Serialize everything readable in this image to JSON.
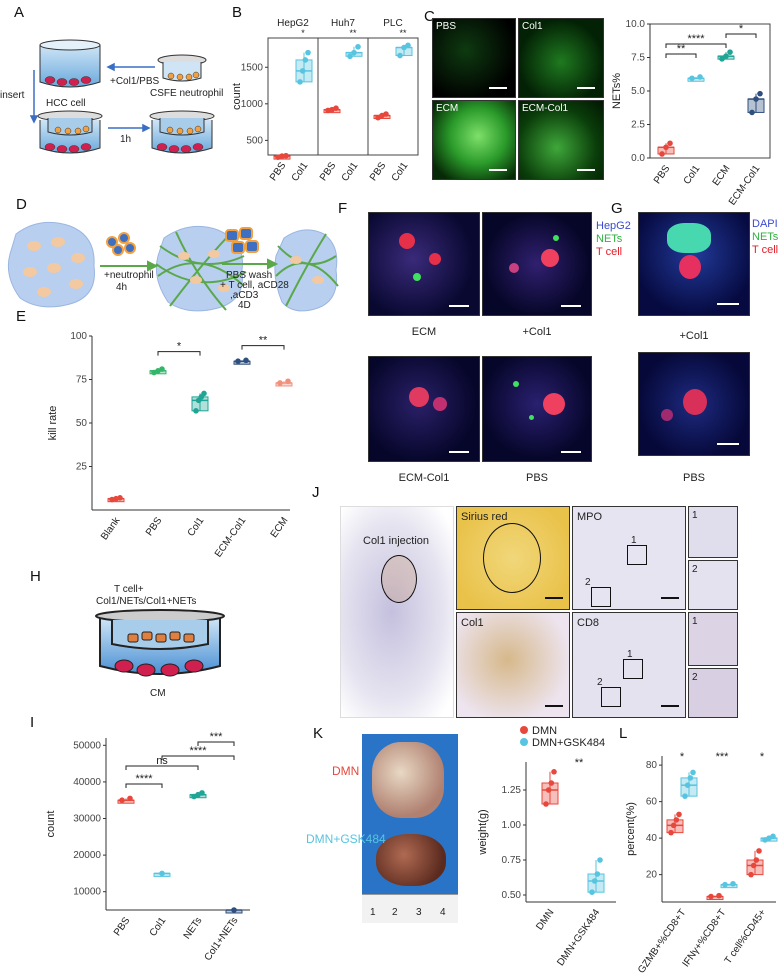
{
  "panel_letters": {
    "A": "A",
    "B": "B",
    "C": "C",
    "D": "D",
    "E": "E",
    "F": "F",
    "G": "G",
    "H": "H",
    "I": "I",
    "J": "J",
    "K": "K",
    "L": "L"
  },
  "panelA": {
    "insert": "insert",
    "hcc": "HCC cell",
    "col1pbs": "+Col1/PBS",
    "csfe": "CSFE neutrophil",
    "time": "1h"
  },
  "panelC_images": {
    "pbs": "PBS",
    "col1": "Col1",
    "ecm": "ECM",
    "ecm_col1": "ECM-Col1"
  },
  "panelD": {
    "neutro": "+neutrophil",
    "t1": "4h",
    "wash": "PBS wash",
    "line2": "+ T cell, aCD28",
    "line3": ",aCD3",
    "line4": "4D"
  },
  "panelF": {
    "legend_hepg2": "HepG2",
    "legend_nets": "NETs",
    "legend_tcell": "T cell",
    "ecm": "ECM",
    "col1": "+Col1",
    "ecm_col1": "ECM-Col1",
    "pbs": "PBS"
  },
  "panelG": {
    "legend_dapi": "DAPI",
    "legend_nets": "NETs",
    "legend_tcell": "T cell",
    "col1": "+Col1",
    "pbs": "PBS"
  },
  "panelH": {
    "line1": "T cell+",
    "line2": "Col1/NETs/Col1+NETs",
    "cm": "CM"
  },
  "panelJ": {
    "col1_injection": "Col1 injection",
    "sirius": "Sirius red",
    "mpo": "MPO",
    "col1": "Col1",
    "cd8": "CD8",
    "n1": "1",
    "n2": "2"
  },
  "panelK": {
    "dmn": "DMN",
    "dmn_gsk": "DMN+GSK484",
    "ruler": [
      "1",
      "2",
      "3",
      "4"
    ]
  },
  "colors": {
    "red": "#e8473c",
    "cyan": "#57c4e0",
    "teal": "#1fa595",
    "navy": "#2f4f7f",
    "salmon": "#f2907c",
    "green": "#34b66a"
  },
  "chart_data": [
    {
      "id": "B",
      "type": "scatter",
      "ylabel": "count",
      "yticks": [
        "500",
        "1000",
        "1500"
      ],
      "ylim": [
        300,
        1900
      ],
      "facets": [
        {
          "name": "HepG2",
          "sig": "*",
          "categories": [
            "PBS",
            "Col1"
          ],
          "values": [
            [
              270,
              285,
              290
            ],
            [
              1300,
              1450,
              1600,
              1700
            ]
          ]
        },
        {
          "name": "Huh7",
          "sig": "**",
          "categories": [
            "PBS",
            "Col1"
          ],
          "values": [
            [
              910,
              920,
              940
            ],
            [
              1650,
              1700,
              1780
            ]
          ]
        },
        {
          "name": "PLC",
          "sig": "**",
          "categories": [
            "PBS",
            "Col1"
          ],
          "values": [
            [
              810,
              840,
              860
            ],
            [
              1660,
              1770,
              1800
            ]
          ]
        }
      ]
    },
    {
      "id": "C",
      "type": "scatter",
      "ylabel": "NETs%",
      "yticks": [
        "0.0",
        "2.5",
        "5.0",
        "7.5",
        "10.0"
      ],
      "ylim": [
        0,
        10
      ],
      "categories": [
        "PBS",
        "Col1",
        "ECM",
        "ECM-Col1"
      ],
      "values": [
        [
          0.3,
          0.8,
          1.1
        ],
        [
          5.95,
          6.05
        ],
        [
          7.4,
          7.6,
          7.9
        ],
        [
          3.4,
          4.4,
          4.8
        ]
      ],
      "sig": [
        {
          "a": 0,
          "b": 1,
          "label": "**"
        },
        {
          "a": 0,
          "b": 2,
          "label": "****"
        },
        {
          "a": 2,
          "b": 3,
          "label": "*"
        }
      ]
    },
    {
      "id": "E",
      "type": "scatter",
      "ylabel": "kill rate",
      "yticks": [
        "25",
        "50",
        "75",
        "100"
      ],
      "ylim": [
        0,
        100
      ],
      "categories": [
        "Blank",
        "PBS",
        "Col1",
        "ECM-Col1",
        "ECM"
      ],
      "values": [
        [
          6,
          6.5,
          7
        ],
        [
          79,
          80,
          81
        ],
        [
          57,
          63,
          65,
          67
        ],
        [
          85.5,
          86
        ],
        [
          73,
          74
        ]
      ],
      "sig": [
        {
          "a": 1,
          "b": 2,
          "label": "*"
        },
        {
          "a": 3,
          "b": 4,
          "label": "**"
        }
      ]
    },
    {
      "id": "I",
      "type": "scatter",
      "ylabel": "count",
      "yticks": [
        "10000",
        "20000",
        "30000",
        "40000",
        "50000"
      ],
      "ylim": [
        5000,
        52000
      ],
      "categories": [
        "PBS",
        "Col1",
        "NETs",
        "Col1+NETs"
      ],
      "values": [
        [
          35000,
          35500
        ],
        [
          15000
        ],
        [
          36000,
          36500,
          37000
        ],
        [
          5000
        ]
      ],
      "sig": [
        {
          "a": 0,
          "b": 1,
          "label": "****"
        },
        {
          "a": 0,
          "b": 2,
          "label": "ns"
        },
        {
          "a": 1,
          "b": 3,
          "label": "****"
        },
        {
          "a": 2,
          "b": 3,
          "label": "***"
        }
      ]
    },
    {
      "id": "K",
      "type": "scatter",
      "ylabel": "weight(g)",
      "yticks": [
        "0.50",
        "0.75",
        "1.00",
        "1.25"
      ],
      "ylim": [
        0.45,
        1.45
      ],
      "categories": [
        "DMN",
        "DMN+GSK484"
      ],
      "series": [
        {
          "name": "DMN"
        },
        {
          "name": "DMN+GSK484"
        }
      ],
      "values": [
        [
          1.15,
          1.25,
          1.3,
          1.38
        ],
        [
          0.52,
          0.6,
          0.65,
          0.75
        ]
      ],
      "sig_label": "**"
    },
    {
      "id": "L",
      "type": "scatter",
      "ylabel": "percent(%)",
      "yticks": [
        "20",
        "40",
        "60",
        "80"
      ],
      "ylim": [
        5,
        85
      ],
      "categories": [
        "GZMB+%CD8+T",
        "IFNγ+%CD8+T",
        "T cell%CD45+"
      ],
      "series": [
        {
          "name": "DMN"
        },
        {
          "name": "DMN+GSK484"
        }
      ],
      "values": [
        [
          [
            43,
            47,
            50,
            53
          ],
          [
            63,
            69,
            73,
            76
          ]
        ],
        [
          [
            8,
            8.5
          ],
          [
            14.5,
            15
          ]
        ],
        [
          [
            20,
            25,
            28,
            33
          ],
          [
            39,
            40,
            41
          ]
        ]
      ],
      "sig": [
        "*",
        "***",
        "*"
      ]
    }
  ]
}
